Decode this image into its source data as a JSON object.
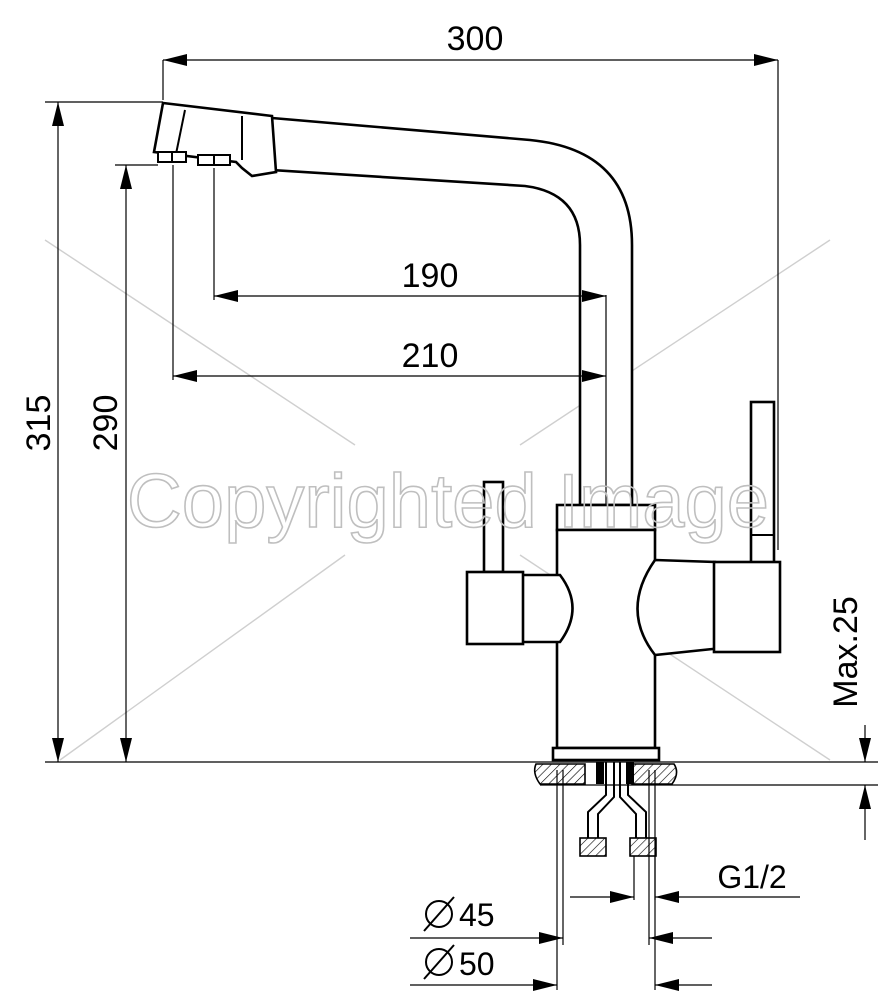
{
  "drawing": {
    "watermark": "Copyrighted Image",
    "dimensions": {
      "total_width": "300",
      "total_height": "315",
      "spout_height": "290",
      "reach_inner": "190",
      "reach_outer": "210",
      "max_thickness": "Max.25",
      "thread": "G1/2",
      "diameter_45": "45",
      "diameter_50": "50"
    },
    "colors": {
      "line": "#000000",
      "watermark": "#bfbfbf"
    }
  }
}
